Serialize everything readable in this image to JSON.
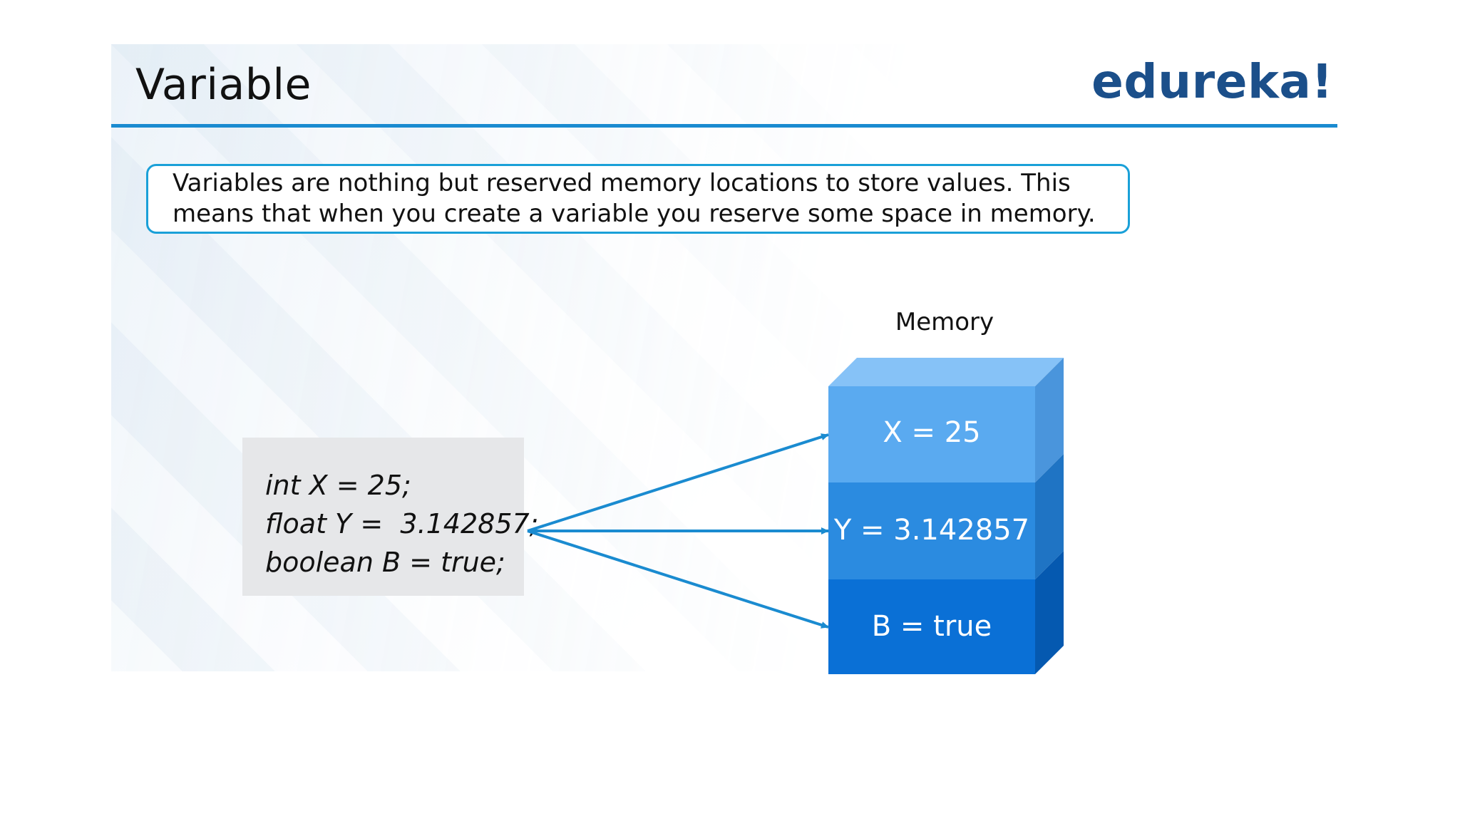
{
  "slide": {
    "title": "Variable",
    "logo_text": "edureka!",
    "definition": "Variables are nothing but reserved memory locations to store values. This means that when you create a variable you reserve some space in memory."
  },
  "code": {
    "lines": [
      "int X = 25;",
      "float Y =  3.142857;",
      "boolean B = true;"
    ]
  },
  "memory": {
    "label": "Memory",
    "cells": [
      {
        "label": "X = 25",
        "front_color": "#5aaaf0",
        "side_color": "#4a95dc",
        "top_color": "#86c2f7"
      },
      {
        "label": "Y = 3.142857",
        "front_color": "#2b8be0",
        "side_color": "#1f74c4"
      },
      {
        "label": "B = true",
        "front_color": "#0a70d6",
        "side_color": "#0559b0"
      }
    ]
  },
  "colors": {
    "accent": "#1a8bd0",
    "arrow": "#1a8bd0",
    "logo": "#1b4f8a"
  }
}
